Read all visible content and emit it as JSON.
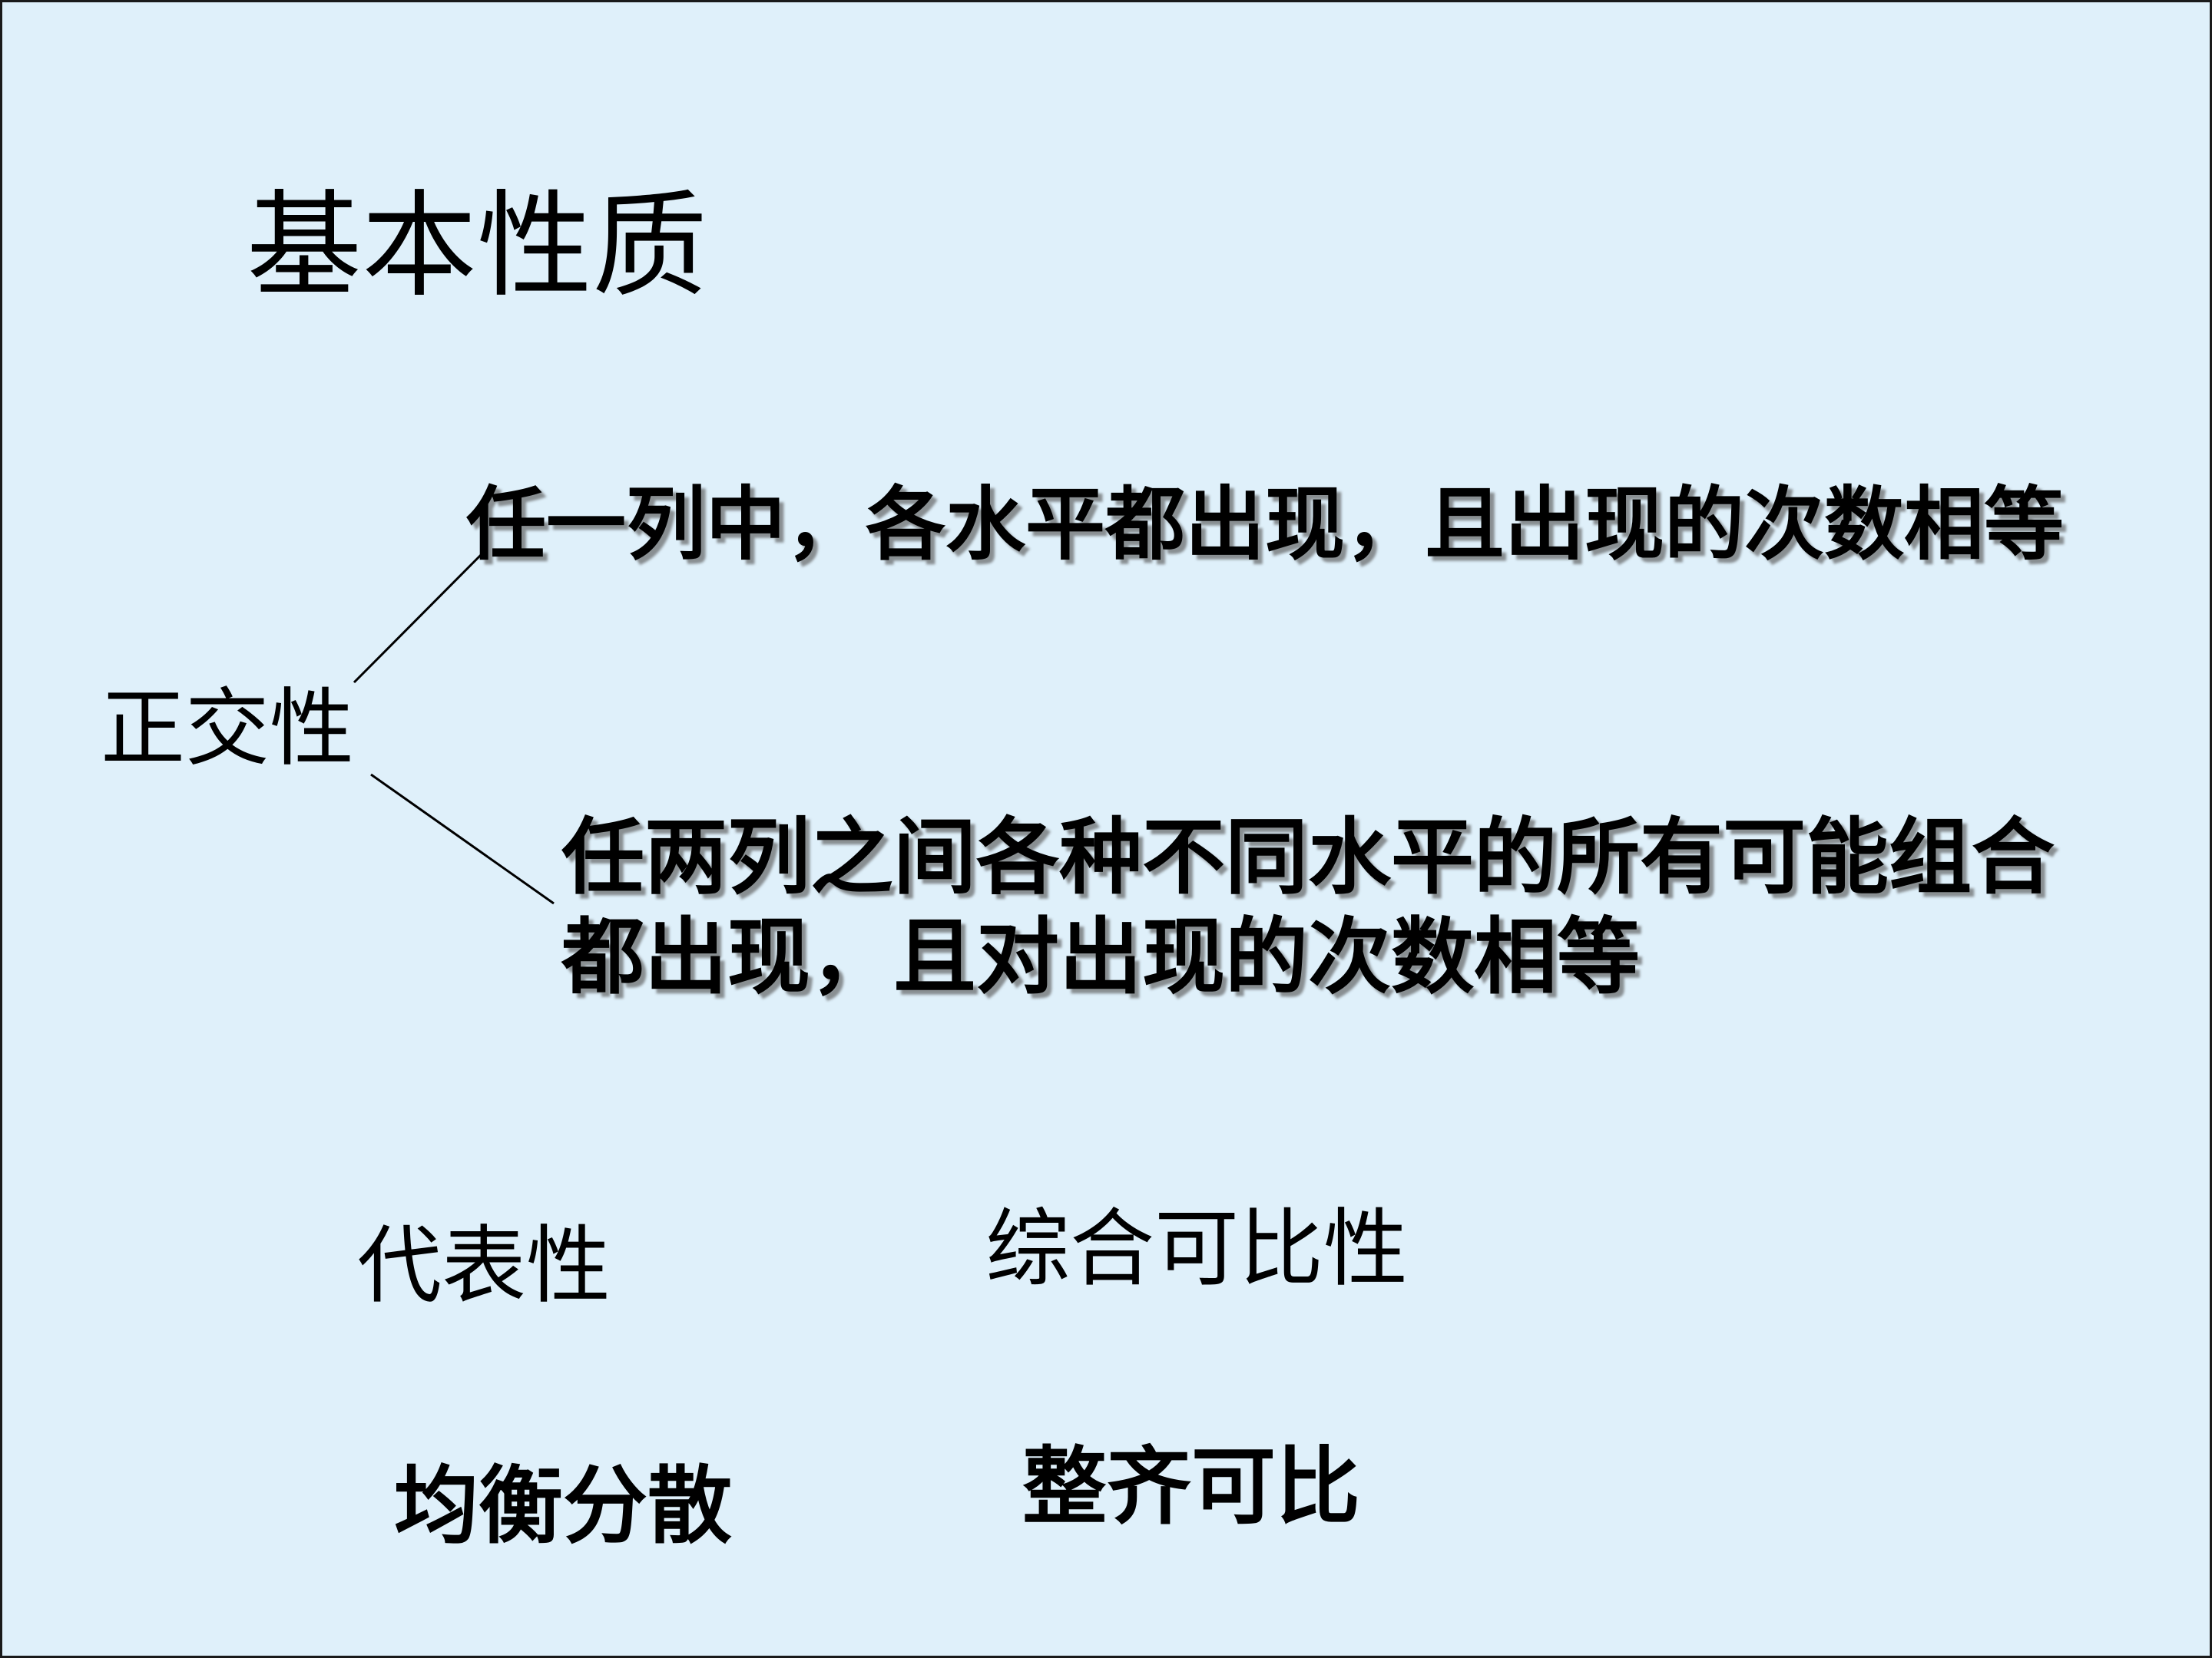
{
  "title": "基本性质",
  "orthogonality": {
    "label": "正交性",
    "branch_1": "任一列中，各水平都出现，且出现的次数相等",
    "branch_2_line_1": "任两列之间各种不同水平的所有可能组合",
    "branch_2_line_2": "都出现，且对出现的次数相等"
  },
  "representativeness": {
    "label": "代表性",
    "sub": "均衡分散"
  },
  "comparability": {
    "label": "综合可比性",
    "sub": "整齐可比"
  },
  "colors": {
    "background": "#dff0fa",
    "text": "#000000",
    "border": "#1a1a1a"
  }
}
